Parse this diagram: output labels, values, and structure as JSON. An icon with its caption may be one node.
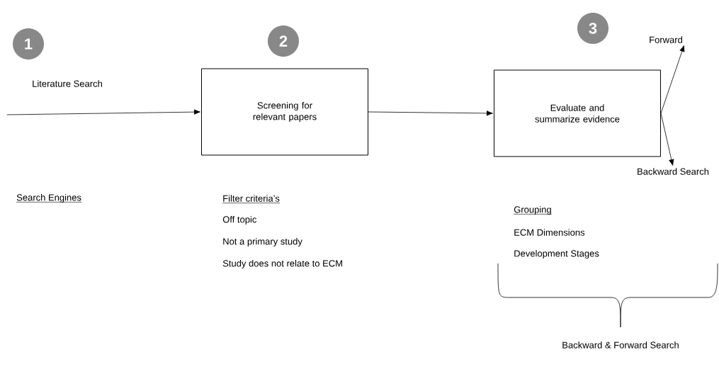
{
  "diagram": {
    "nodes": [
      {
        "text": [
          "1"
        ]
      },
      {
        "text": [
          "2"
        ]
      },
      {
        "text": [
          "3"
        ]
      },
      {
        "text": [
          "Screening for relevant papers"
        ]
      },
      {
        "text": [
          "Evaluate and summarize evidence"
        ]
      },
      {
        "text": [
          "Forward"
        ]
      },
      {
        "text": [
          "Backward Search"
        ]
      }
    ],
    "edges": [
      {
        "from": null,
        "to": 3,
        "arrow": "to",
        "label": "Literature Search"
      },
      {
        "from": 3,
        "to": 4,
        "arrow": "to"
      },
      {
        "from": 4,
        "to": 5,
        "arrow": "to"
      },
      {
        "from": 4,
        "to": 6,
        "arrow": "to"
      }
    ],
    "labels": [
      "Search Engines",
      "Filter criteria’s",
      "Off topic",
      "Not a primary study",
      "Study does not relate to ECM",
      "Grouping",
      "ECM Dimensions",
      "Development Stages",
      "Backward & Forward Search"
    ]
  }
}
